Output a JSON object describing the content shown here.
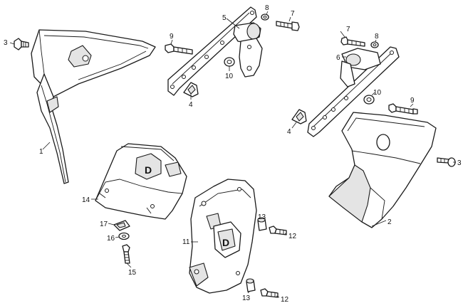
{
  "callouts": {
    "c1": "1",
    "c2": "2",
    "c3a": "3",
    "c3b": "3",
    "c4a": "4",
    "c4b": "4",
    "c5": "5",
    "c6": "6",
    "c7a": "7",
    "c7b": "7",
    "c8a": "8",
    "c8b": "8",
    "c9a": "9",
    "c9b": "9",
    "c10a": "10",
    "c10b": "10",
    "c11": "11",
    "c12a": "12",
    "c12b": "12",
    "c13a": "13",
    "c13b": "13",
    "c14": "14",
    "c15": "15",
    "c16": "16",
    "c17": "17"
  },
  "colors": {
    "line": "#1a1a1a",
    "fill": "#ffffff",
    "shade": "#e4e4e4"
  }
}
